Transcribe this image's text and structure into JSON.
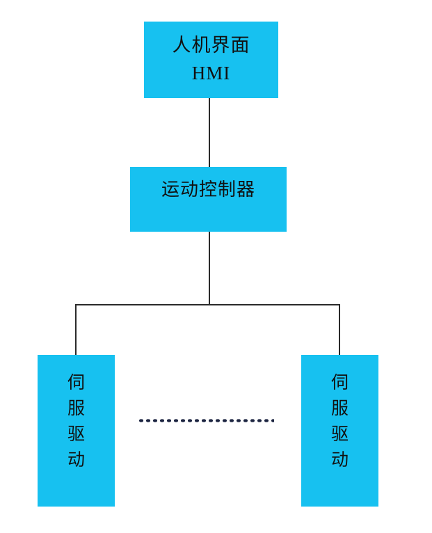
{
  "diagram": {
    "title": "Motion control system block diagram",
    "background_color": "#ffffff",
    "node_fill_color": "#17c1f0",
    "connector_color": "#2a2a2a",
    "text_color": "#111111",
    "nodes": {
      "hmi": {
        "line_cn": "人机界面",
        "line_en": "HMI"
      },
      "controller": {
        "line_cn": "运动控制器"
      },
      "servo_left": {
        "chars": [
          "伺",
          "服",
          "驱",
          "动"
        ]
      },
      "servo_right": {
        "chars": [
          "伺",
          "服",
          "驱",
          "动"
        ]
      }
    },
    "separator": {
      "style": "dotted",
      "meaning": "ellipsis-more-servo-drives"
    }
  }
}
